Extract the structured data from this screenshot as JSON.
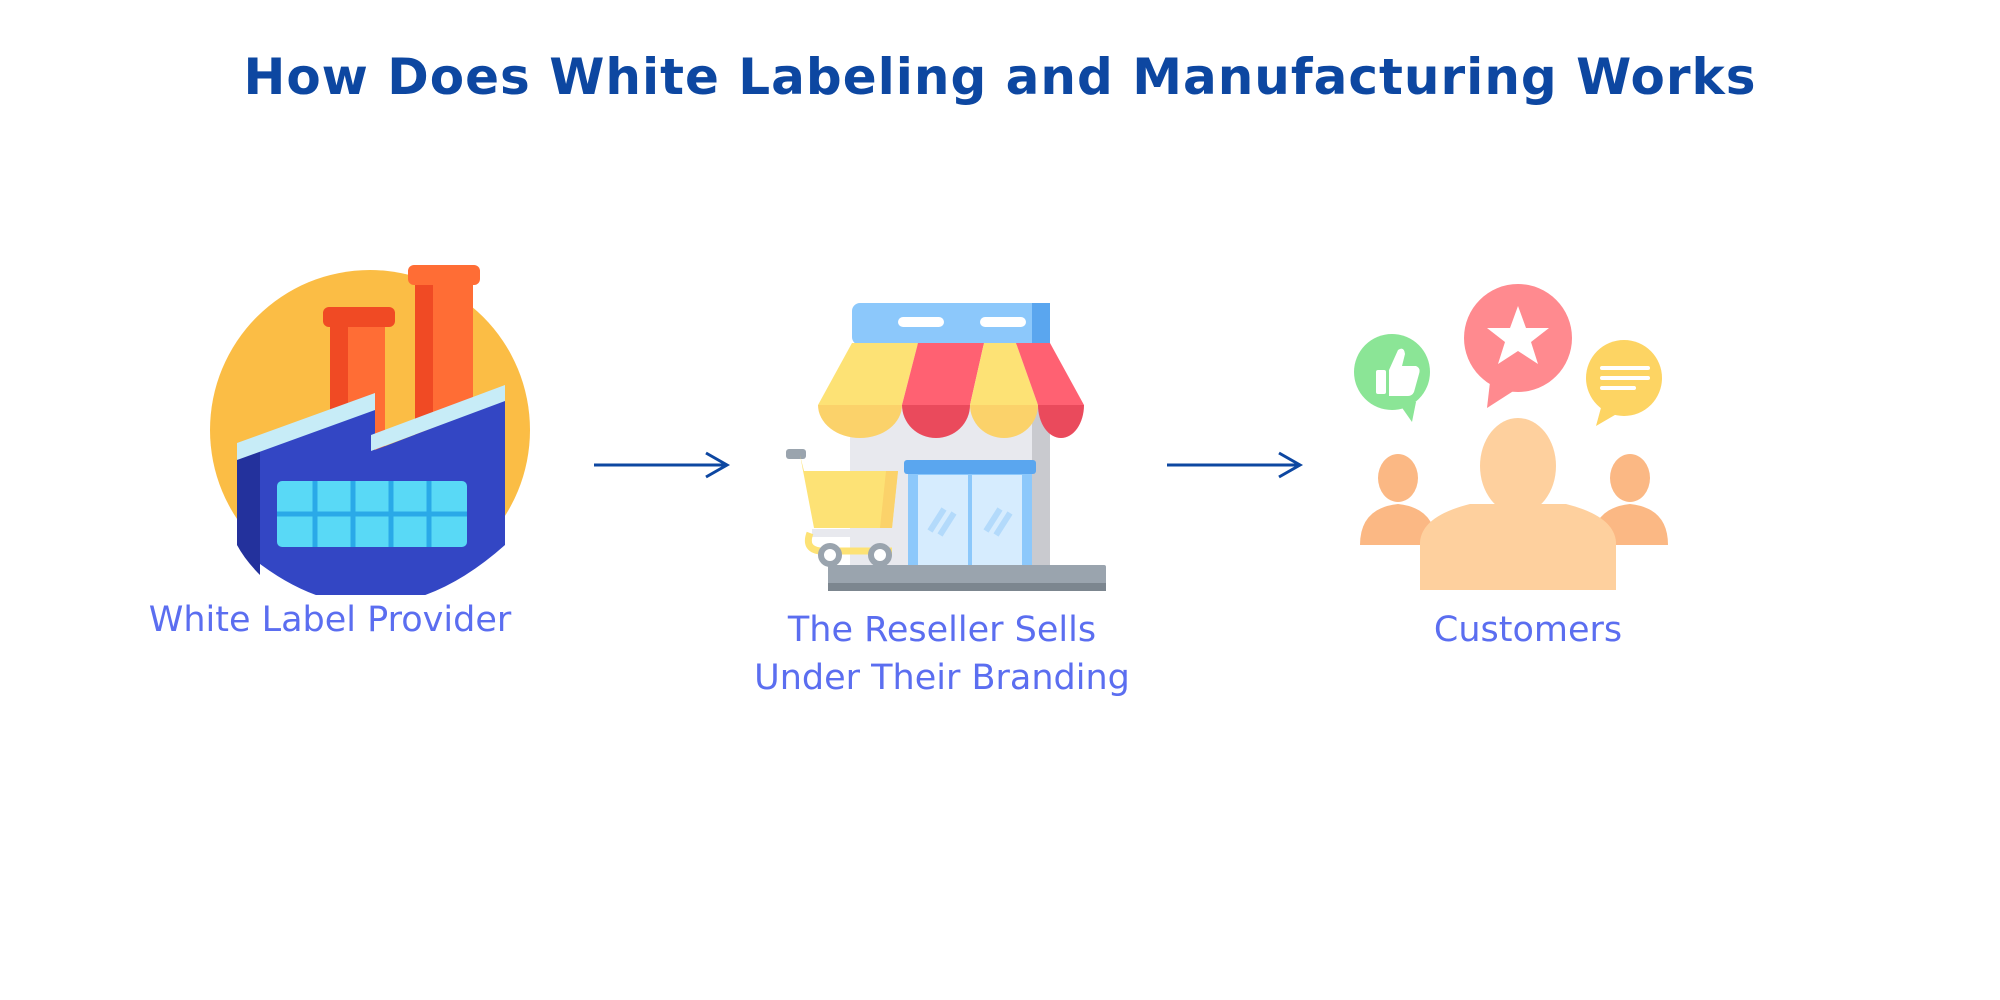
{
  "title": "How Does White Labeling and Manufacturing Works",
  "colors": {
    "title": "#0d47a1",
    "label": "#5b6ef0",
    "arrow": "#0d47a1"
  },
  "steps": [
    {
      "label": "White Label Provider",
      "icon": "factory-icon"
    },
    {
      "label_line1": "The Reseller Sells",
      "label_line2": "Under Their Branding",
      "icon": "storefront-icon"
    },
    {
      "label": "Customers",
      "icon": "customers-icon"
    }
  ]
}
